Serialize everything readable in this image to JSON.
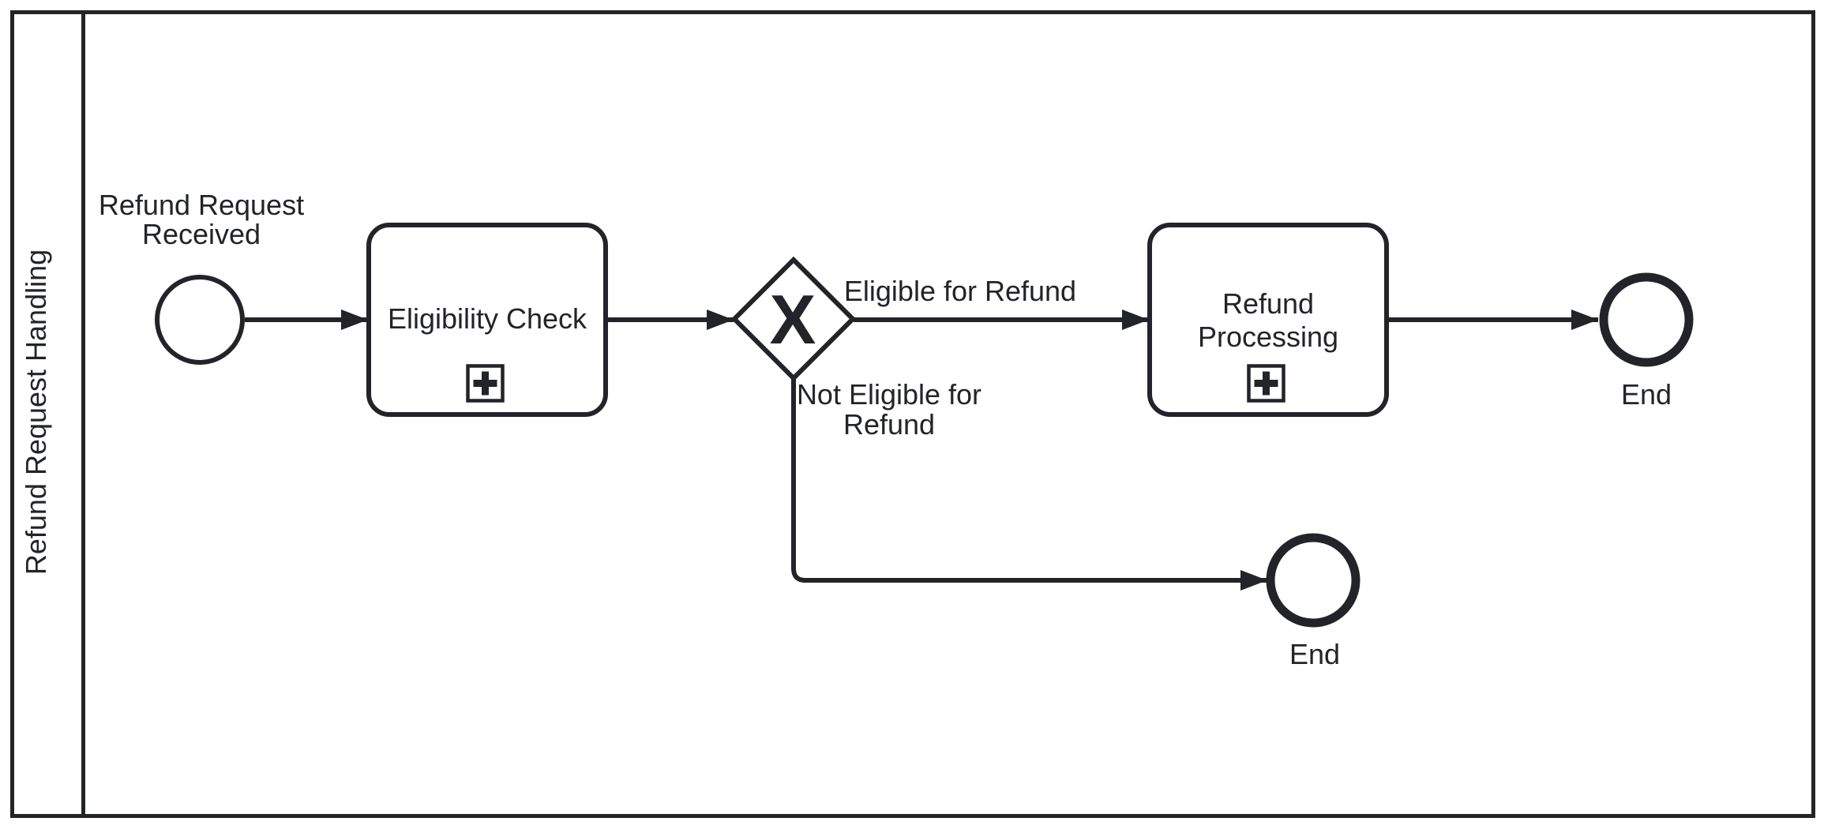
{
  "colors": {
    "stroke": "#22242a",
    "shape_fill": "#ffffff",
    "background": "#ffffff"
  },
  "pool": {
    "label": "Refund Request Handling"
  },
  "nodes": {
    "start_event": {
      "type": "start-event",
      "label_lines": [
        "Refund Request",
        "Received"
      ]
    },
    "eligibility_check": {
      "type": "collapsed-subprocess",
      "label": "Eligibility Check",
      "marker_icon": "plus-icon"
    },
    "exclusive_gateway": {
      "type": "exclusive-gateway",
      "marker": "X"
    },
    "refund_processing": {
      "type": "collapsed-subprocess",
      "label_lines": [
        "Refund",
        "Processing"
      ],
      "marker_icon": "plus-icon"
    },
    "end_event_main": {
      "type": "end-event",
      "label": "End"
    },
    "end_event_not_eligible": {
      "type": "end-event",
      "label": "End"
    }
  },
  "flows": {
    "eligible": {
      "label": "Eligible for Refund"
    },
    "not_eligible": {
      "label_lines": [
        "Not Eligible for",
        "Refund"
      ]
    }
  }
}
